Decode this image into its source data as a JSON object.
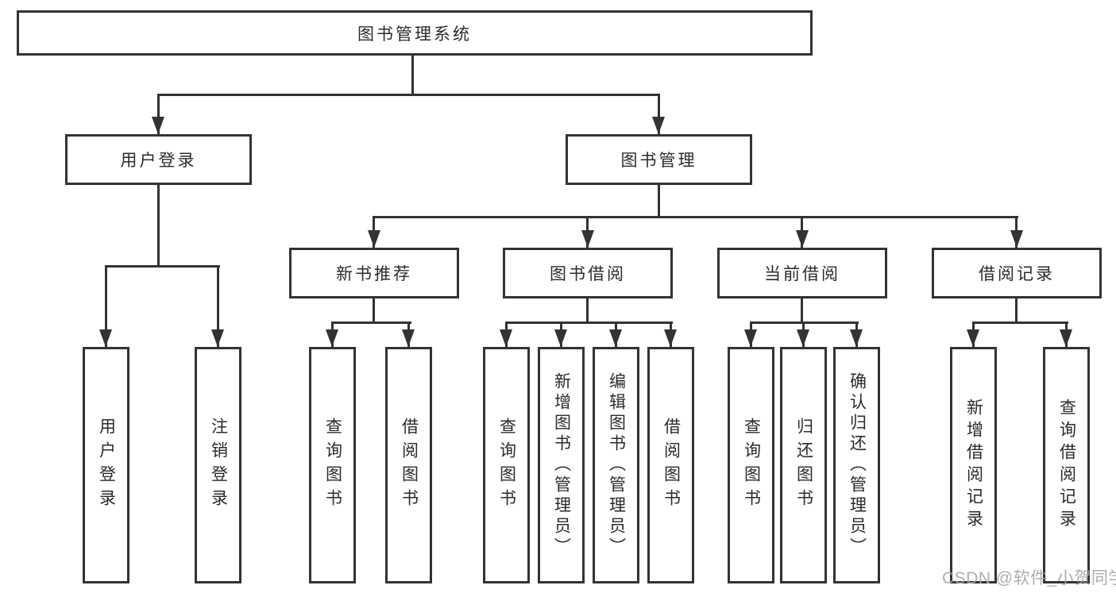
{
  "diagram": {
    "root": {
      "label": "图书管理系统",
      "children": [
        {
          "label": "用户登录",
          "children": [
            {
              "label": "用户登录"
            },
            {
              "label": "注销登录"
            }
          ]
        },
        {
          "label": "图书管理",
          "children": [
            {
              "label": "新书推荐",
              "children": [
                {
                  "label": "查询图书"
                },
                {
                  "label": "借阅图书"
                }
              ]
            },
            {
              "label": "图书借阅",
              "children": [
                {
                  "label": "查询图书"
                },
                {
                  "label": "新增图书（管理员）"
                },
                {
                  "label": "编辑图书（管理员）"
                },
                {
                  "label": "借阅图书"
                }
              ]
            },
            {
              "label": "当前借阅",
              "children": [
                {
                  "label": "查询图书"
                },
                {
                  "label": "归还图书"
                },
                {
                  "label": "确认归还（管理员）"
                }
              ]
            },
            {
              "label": "借阅记录",
              "children": [
                {
                  "label": "新增借阅记录"
                },
                {
                  "label": "查询借阅记录"
                }
              ]
            }
          ]
        }
      ]
    }
  },
  "watermark": {
    "text": "CSDN @软件_小贺同学"
  },
  "colors": {
    "line": "#333333",
    "box_border": "#333333",
    "box_fill": "#ffffff",
    "text": "#2b2b2b",
    "watermark": "#a5a5a5"
  }
}
